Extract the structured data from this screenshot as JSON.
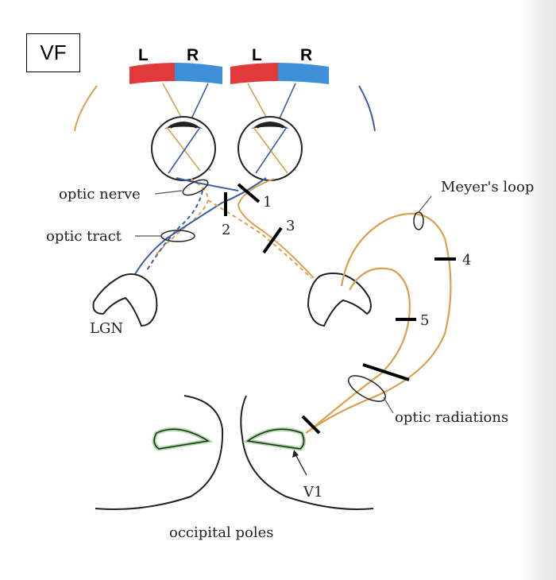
{
  "vf_label": "VF",
  "hemifield_headers": [
    {
      "text": "L"
    },
    {
      "text": "R"
    },
    {
      "text": "L"
    },
    {
      "text": "R"
    }
  ],
  "labels": {
    "optic_nerve": "optic nerve",
    "optic_tract": "optic tract",
    "lgn": "LGN",
    "meyers_loop": "Meyer's loop",
    "optic_radiations": "optic radiations",
    "v1": "V1",
    "occipital_poles": "occipital poles"
  },
  "lesion_numbers": [
    "1",
    "2",
    "3",
    "4",
    "5"
  ],
  "colors": {
    "left_field": "#e03a3a",
    "right_field": "#3d8fd8",
    "orange_pathway": "#d9a050",
    "blue_pathway": "#3a5fa8",
    "v1_highlight": "#a8dca0"
  }
}
